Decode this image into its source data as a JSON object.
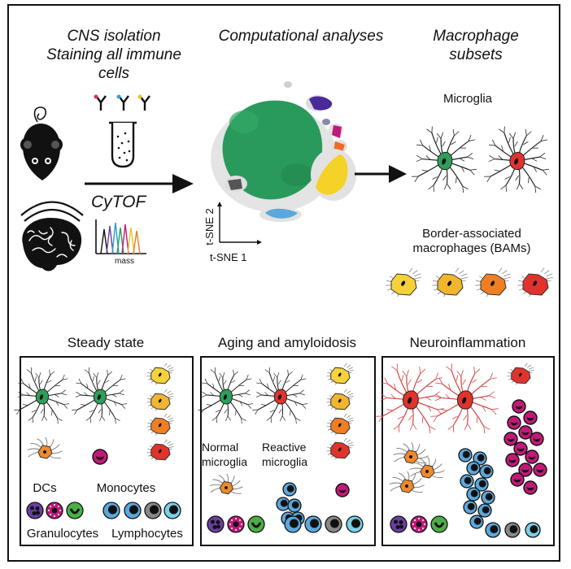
{
  "headers": {
    "cns_line1": "CNS isolation",
    "cns_line2": "Staining all immune cells",
    "computational": "Computational analyses",
    "macrophage_line1": "Macrophage",
    "macrophage_line2": "subsets"
  },
  "labels": {
    "cytof": "CyTOF",
    "mass": "mass",
    "tsne1": "t-SNE 1",
    "tsne2": "t-SNE 2",
    "microglia": "Microglia",
    "bams_line1": "Border-associated",
    "bams_line2": "macrophages (BAMs)"
  },
  "panels": {
    "steady": {
      "title": "Steady state",
      "dcs": "DCs",
      "monocytes": "Monocytes",
      "granulocytes": "Granulocytes",
      "lymphocytes": "Lymphocytes"
    },
    "aging": {
      "title": "Aging and amyloidosis",
      "normal_line1": "Normal",
      "normal_line2": "microglia",
      "reactive_line1": "Reactive",
      "reactive_line2": "microglia"
    },
    "neuro": {
      "title": "Neuroinflammation"
    }
  },
  "colors": {
    "microglia_green": "#2e9e5a",
    "reactive_red": "#e0332c",
    "bam_yellow": "#f6d23a",
    "bam_yellow_orange": "#f2b530",
    "bam_orange": "#ef7f22",
    "dc_orange": "#f08a2a",
    "monocyte_magenta": "#c21a78",
    "lymphocyte_blue": "#5aa8dc",
    "tsne_green": "#2a9a5c"
  },
  "icons": [
    "mouse-icon",
    "brain-icon",
    "antibody-icon",
    "test-tube-icon",
    "cytof-spectrum-icon",
    "tsne-plot",
    "microglia-cell-icon",
    "bam-cell-icon",
    "dc-cell-icon",
    "monocyte-icon",
    "granulocyte-icon",
    "lymphocyte-icon"
  ]
}
